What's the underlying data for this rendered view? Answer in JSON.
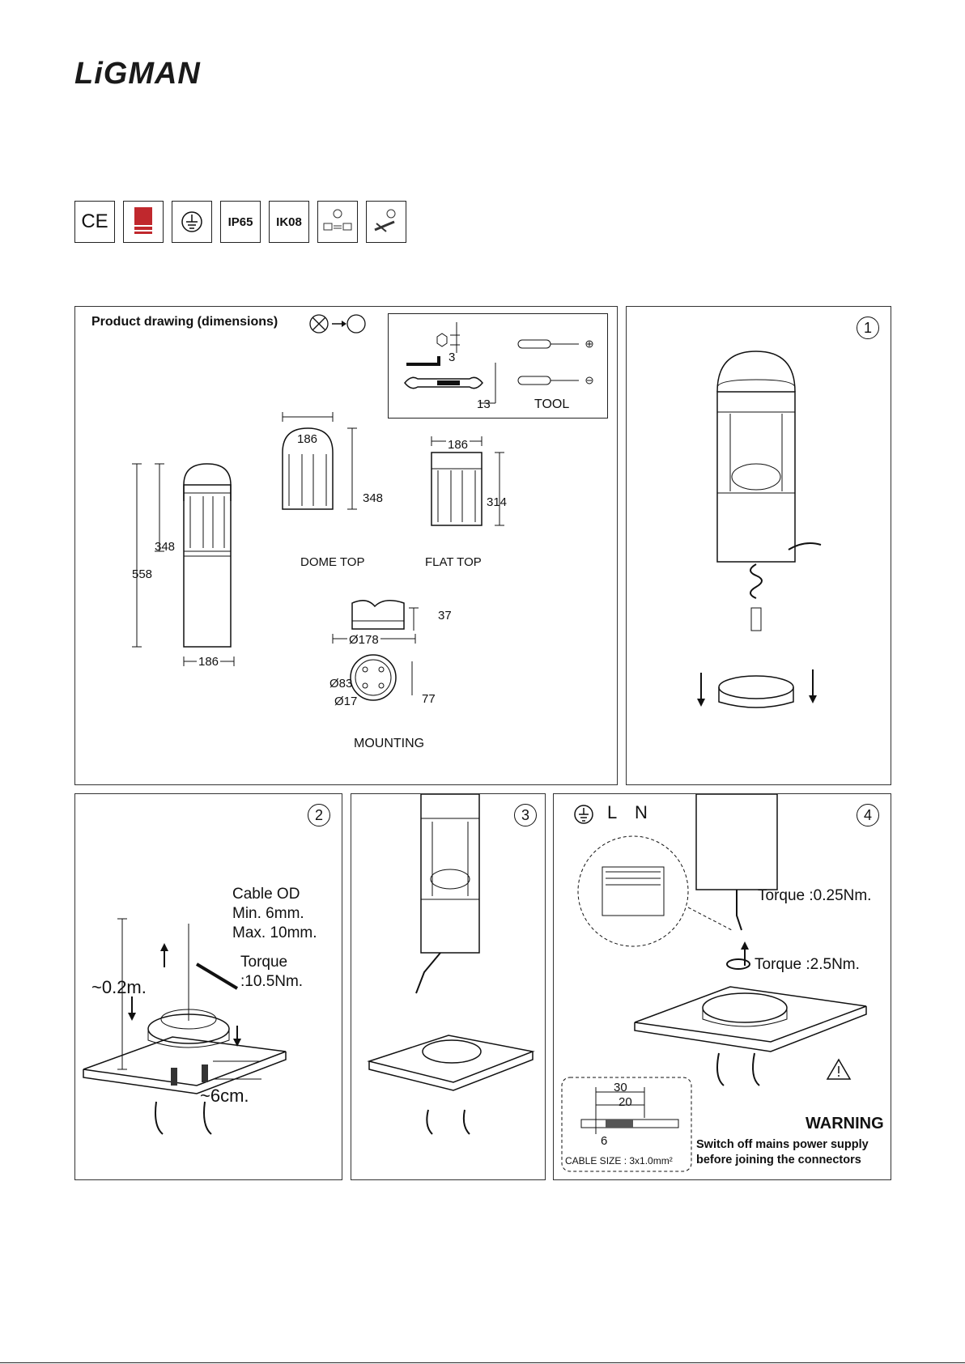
{
  "brand": "LiGMAN",
  "certifications": [
    "CE",
    "",
    "",
    "IP65",
    "IK08",
    "",
    ""
  ],
  "panel_dimensions": {
    "title": "Product drawing (dimensions)",
    "tool_box": {
      "hex_size": "3",
      "wrench_size": "13",
      "label": "TOOL"
    },
    "full": {
      "height_total": "558",
      "height_head": "348",
      "width": "186"
    },
    "dome": {
      "width": "186",
      "height": "348",
      "label": "DOME TOP"
    },
    "flat": {
      "width": "186",
      "height": "314",
      "label": "FLAT TOP"
    },
    "mounting": {
      "height": "37",
      "diameter": "Ø178",
      "d_inner": "Ø83",
      "d_hole": "Ø17",
      "offset": "77",
      "label": "MOUNTING"
    }
  },
  "step1": {
    "number": "1"
  },
  "step2": {
    "number": "2",
    "cable": [
      "Cable OD",
      "Min. 6mm.",
      "Max. 10mm."
    ],
    "torque": [
      "Torque",
      ":10.5Nm."
    ],
    "height": "~0.2m.",
    "depth": "~6cm."
  },
  "step3": {
    "number": "3"
  },
  "step4": {
    "number": "4",
    "terminals": [
      "L",
      "N"
    ],
    "torque1": "Torque :0.25Nm.",
    "torque2": "Torque :2.5Nm.",
    "strip": {
      "a": "30",
      "b": "20",
      "c": "6",
      "cable_size": "CABLE SIZE : 3x1.0mm²"
    },
    "warning_title": "WARNING",
    "warning_text": [
      "Switch off mains power supply",
      "before joining the connectors"
    ]
  }
}
